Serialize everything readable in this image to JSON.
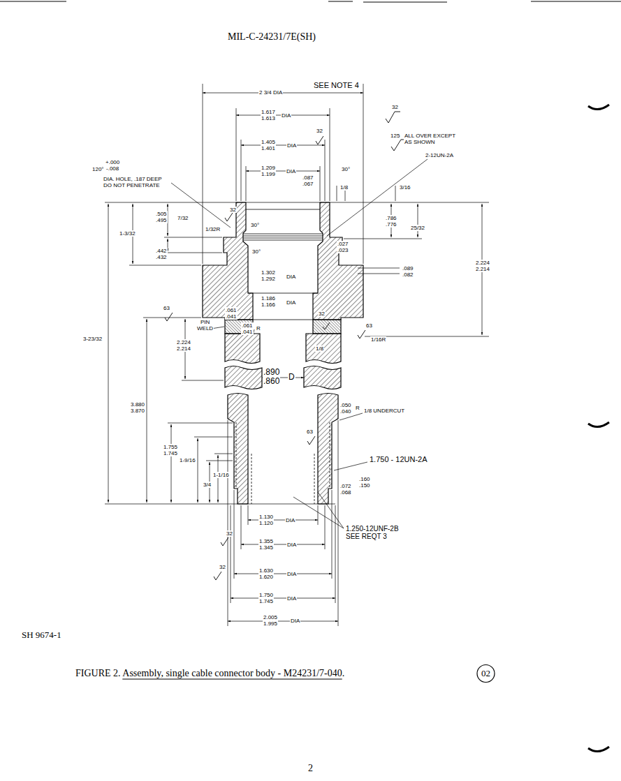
{
  "diagram": {
    "title": "MIL-C-24231/7E(SH)",
    "caption": "FIGURE 2. Assembly, single cable connector body - M24231/7-040.",
    "labels": [
      "SEE NOTE 4",
      "2 3/4 DIA",
      "1.617 1.613",
      "DIA",
      "32",
      "125",
      "ALL OVER EXCEPT AS SHOWN",
      "1.405 1.401",
      "DIA",
      "32",
      "2-12UN-2A",
      "+.000 -.008",
      "120°",
      "DIA. HOLE, .187 DEEP DO NOT PENETRATE",
      "1.209 1.199",
      "DIA",
      "30°",
      ".087 .067",
      "1/8",
      "3/16",
      ".505 .495",
      "7/32",
      "1/32R",
      "32",
      "30°",
      "1-3/32",
      ".027 .023",
      ".786 .776",
      "25/32",
      ".442 .432",
      "30°",
      "1.302 1.292",
      "DIA",
      ".089 .082",
      "2.224 2.214",
      "1.186 1.166",
      "DIA",
      "63",
      ".061 .041",
      "32",
      ".061 .041",
      "R",
      "63",
      "PIN WELD",
      "1/16R",
      "3-23/32",
      "2.224 2.214",
      "1/8",
      ".890 .860",
      "D",
      "3.880 3.870",
      ".050 .040",
      "R",
      "1/8 UNDERCUT",
      "63",
      "1.755 1.745",
      "1-9/16",
      "1.750 - 12UN-2A",
      "1-1/16",
      "3/4",
      ".072 .068",
      ".160 .150",
      "1.250-12UNF-2B SEE REQT 3",
      "1.130 1.120",
      "DIA",
      "32",
      "1.355 1.345",
      "DIA",
      "32",
      "1.630 1.620",
      "DIA",
      "1.750 1.745",
      "DIA",
      "2.005 1.995",
      "DIA",
      "SH 9674-1",
      "02",
      "2"
    ]
  }
}
